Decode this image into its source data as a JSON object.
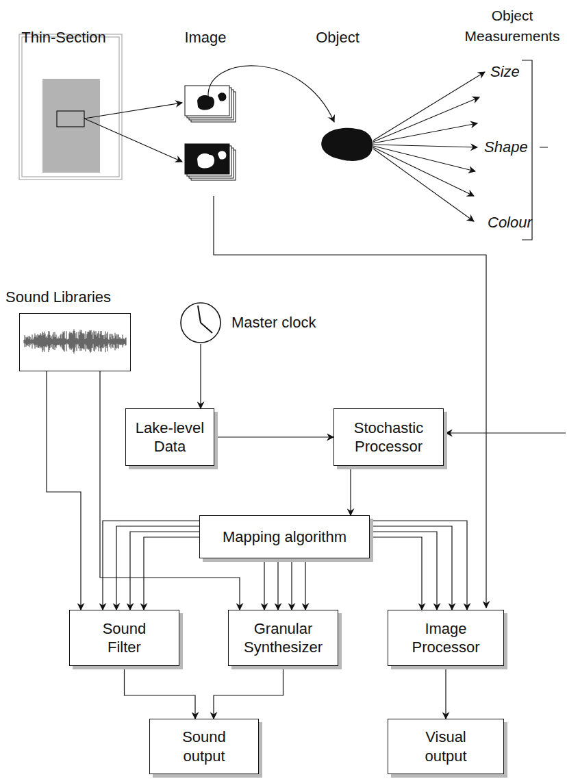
{
  "diagram": {
    "nodes": [
      {
        "text": [
          "Sound Libraries"
        ]
      },
      {
        "text": [
          "Master clock"
        ]
      },
      {
        "text": [
          "Lake-level Data"
        ]
      },
      {
        "text": [
          "Stochastic Processor"
        ]
      },
      {
        "text": [
          "Mapping algorithm"
        ]
      },
      {
        "text": [
          "Sound Filter"
        ]
      },
      {
        "text": [
          "Granular Synthesizer"
        ]
      },
      {
        "text": [
          "Image Processor"
        ]
      },
      {
        "text": [
          "Sound output"
        ]
      },
      {
        "text": [
          "Visual output"
        ]
      }
    ],
    "edges": [
      {
        "from": 1,
        "to": 2,
        "arrow": "to"
      },
      {
        "from": 2,
        "to": 3,
        "arrow": "to"
      },
      {
        "from": 3,
        "to": 4,
        "arrow": "to"
      },
      {
        "from": 0,
        "to": 5,
        "arrow": "to"
      },
      {
        "from": 0,
        "to": 6,
        "arrow": "to"
      },
      {
        "from": 4,
        "to": 5,
        "arrow": "to"
      },
      {
        "from": 4,
        "to": 5,
        "arrow": "to"
      },
      {
        "from": 4,
        "to": 5,
        "arrow": "to"
      },
      {
        "from": 4,
        "to": 5,
        "arrow": "to"
      },
      {
        "from": 4,
        "to": 6,
        "arrow": "to"
      },
      {
        "from": 4,
        "to": 6,
        "arrow": "to"
      },
      {
        "from": 4,
        "to": 6,
        "arrow": "to"
      },
      {
        "from": 4,
        "to": 6,
        "arrow": "to"
      },
      {
        "from": 4,
        "to": 7,
        "arrow": "to"
      },
      {
        "from": 4,
        "to": 7,
        "arrow": "to"
      },
      {
        "from": 4,
        "to": 7,
        "arrow": "to"
      },
      {
        "from": 4,
        "to": 7,
        "arrow": "to"
      },
      {
        "from": 5,
        "to": 8,
        "arrow": "to"
      },
      {
        "from": 6,
        "to": 8,
        "arrow": "to"
      },
      {
        "from": 7,
        "to": 9,
        "arrow": "to"
      }
    ],
    "labels": [
      "Thin-Section",
      "Image",
      "Object",
      "Object Measurements",
      "Size",
      "Shape",
      "Colour"
    ]
  }
}
